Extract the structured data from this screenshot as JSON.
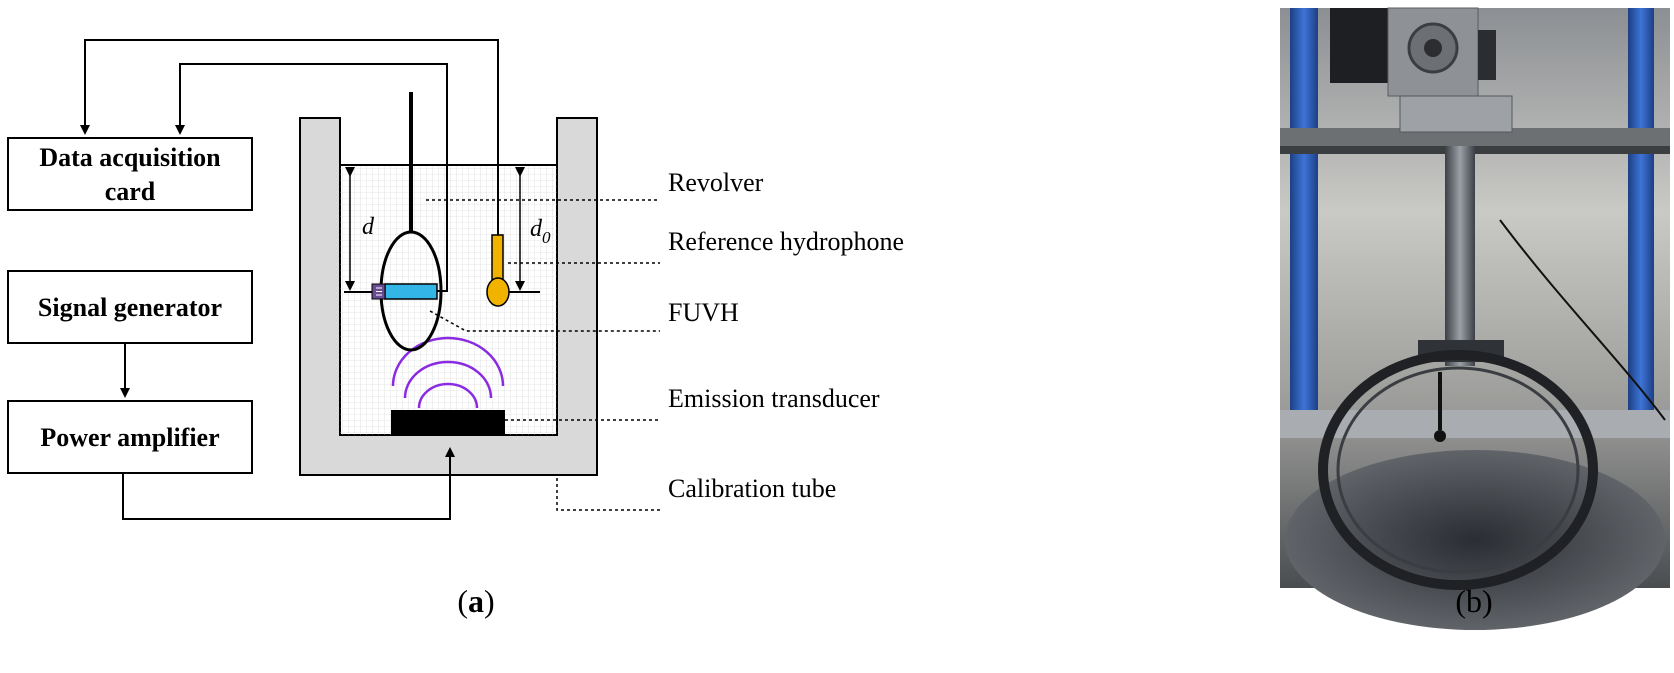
{
  "diagram": {
    "blocks": {
      "daq_line1": "Data acquisition",
      "daq_line2": "card",
      "signal_generator": "Signal generator",
      "power_amplifier": "Power amplifier"
    },
    "callouts": {
      "revolver": "Revolver",
      "reference_hydrophone": "Reference hydrophone",
      "fuvh": "FUVH",
      "emission_transducer": "Emission transducer",
      "calibration_tube": "Calibration tube"
    },
    "dimensions": {
      "d": "d",
      "d0_base": "d",
      "d0_sub": "0"
    },
    "panel_labels": {
      "a_open": "(",
      "a_letter": "a",
      "a_close": ")",
      "b": "(b)"
    },
    "colors": {
      "tube_gray": "#d9d9d9",
      "water_grid": "#e6e6e6",
      "fuvh_blue": "#33b5e5",
      "fuvh_connector": "#6a4c93",
      "hydrophone_gold": "#f2b200",
      "wave_purple": "#8a2be2",
      "photo_frame_blue": "#2a5fb8"
    }
  }
}
